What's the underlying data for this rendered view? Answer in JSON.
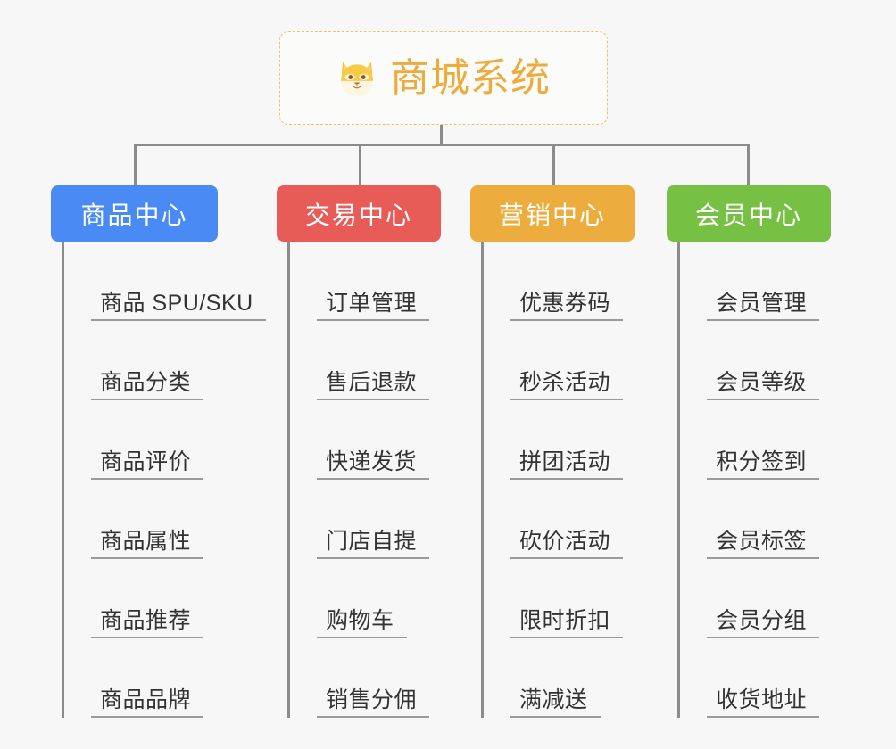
{
  "root": {
    "title": "商城系统",
    "icon": "shiba-dog-face-icon",
    "border_color": "#f1c163",
    "text_color": "#edab3c"
  },
  "connector_color": "#8c8c8c",
  "background_color": "#f7f7f7",
  "leaf_rule_color": "#9a9a9a",
  "branches": [
    {
      "label": "商品中心",
      "color": "#4a8af4",
      "items": [
        "商品 SPU/SKU",
        "商品分类",
        "商品评价",
        "商品属性",
        "商品推荐",
        "商品品牌"
      ]
    },
    {
      "label": "交易中心",
      "color": "#e85c57",
      "items": [
        "订单管理",
        "售后退款",
        "快递发货",
        "门店自提",
        "购物车",
        "销售分佣"
      ]
    },
    {
      "label": "营销中心",
      "color": "#edad3e",
      "items": [
        "优惠券码",
        "秒杀活动",
        "拼团活动",
        "砍价活动",
        "限时折扣",
        "满减送"
      ]
    },
    {
      "label": "会员中心",
      "color": "#76c043",
      "items": [
        "会员管理",
        "会员等级",
        "积分签到",
        "会员标签",
        "会员分组",
        "收货地址"
      ]
    }
  ]
}
